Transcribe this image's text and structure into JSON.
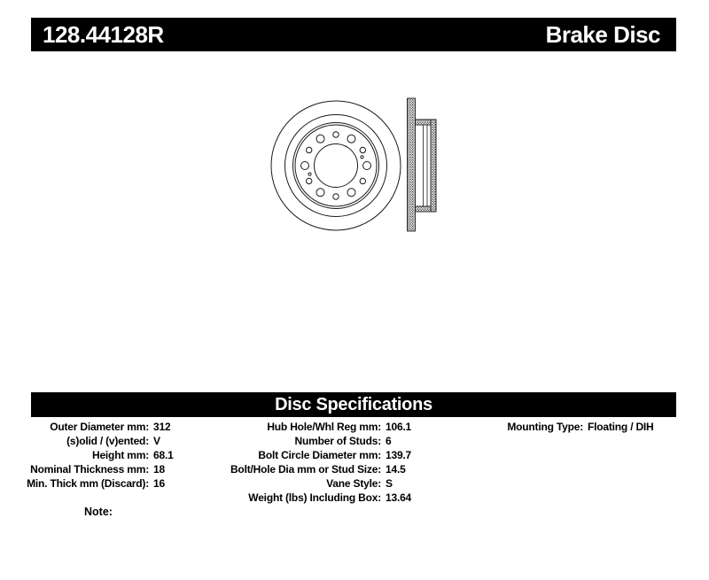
{
  "header": {
    "part_number": "128.44128R",
    "product_type": "Brake Disc"
  },
  "specifications": {
    "title": "Disc Specifications",
    "left": [
      {
        "label": "Outer Diameter mm:",
        "value": "312"
      },
      {
        "label": "(s)olid / (v)ented:",
        "value": "V"
      },
      {
        "label": "Height mm:",
        "value": "68.1"
      },
      {
        "label": "Nominal Thickness mm:",
        "value": "18"
      },
      {
        "label": "Min. Thick mm (Discard):",
        "value": "16"
      }
    ],
    "middle": [
      {
        "label": "Hub Hole/Whl Reg mm:",
        "value": "106.1"
      },
      {
        "label": "Number of Studs:",
        "value": "6"
      },
      {
        "label": "Bolt Circle Diameter mm:",
        "value": "139.7"
      },
      {
        "label": "Bolt/Hole Dia mm or Stud Size:",
        "value": "14.5"
      },
      {
        "label": "Vane Style:",
        "value": "S"
      },
      {
        "label": "Weight (lbs) Including Box:",
        "value": "13.64"
      }
    ],
    "right": [
      {
        "label": "Mounting Type:",
        "value": "Floating / DIH"
      }
    ]
  },
  "note_label": "Note:",
  "drawing": {
    "front_view": "brake disc front view with 6 stud holes, 6 intermediate holes and center hub hole",
    "side_view": "vented brake disc cross-section with hat"
  },
  "colors": {
    "bar_background": "#000000",
    "bar_text": "#ffffff",
    "line": "#1a1a1a",
    "page_background": "#ffffff"
  }
}
